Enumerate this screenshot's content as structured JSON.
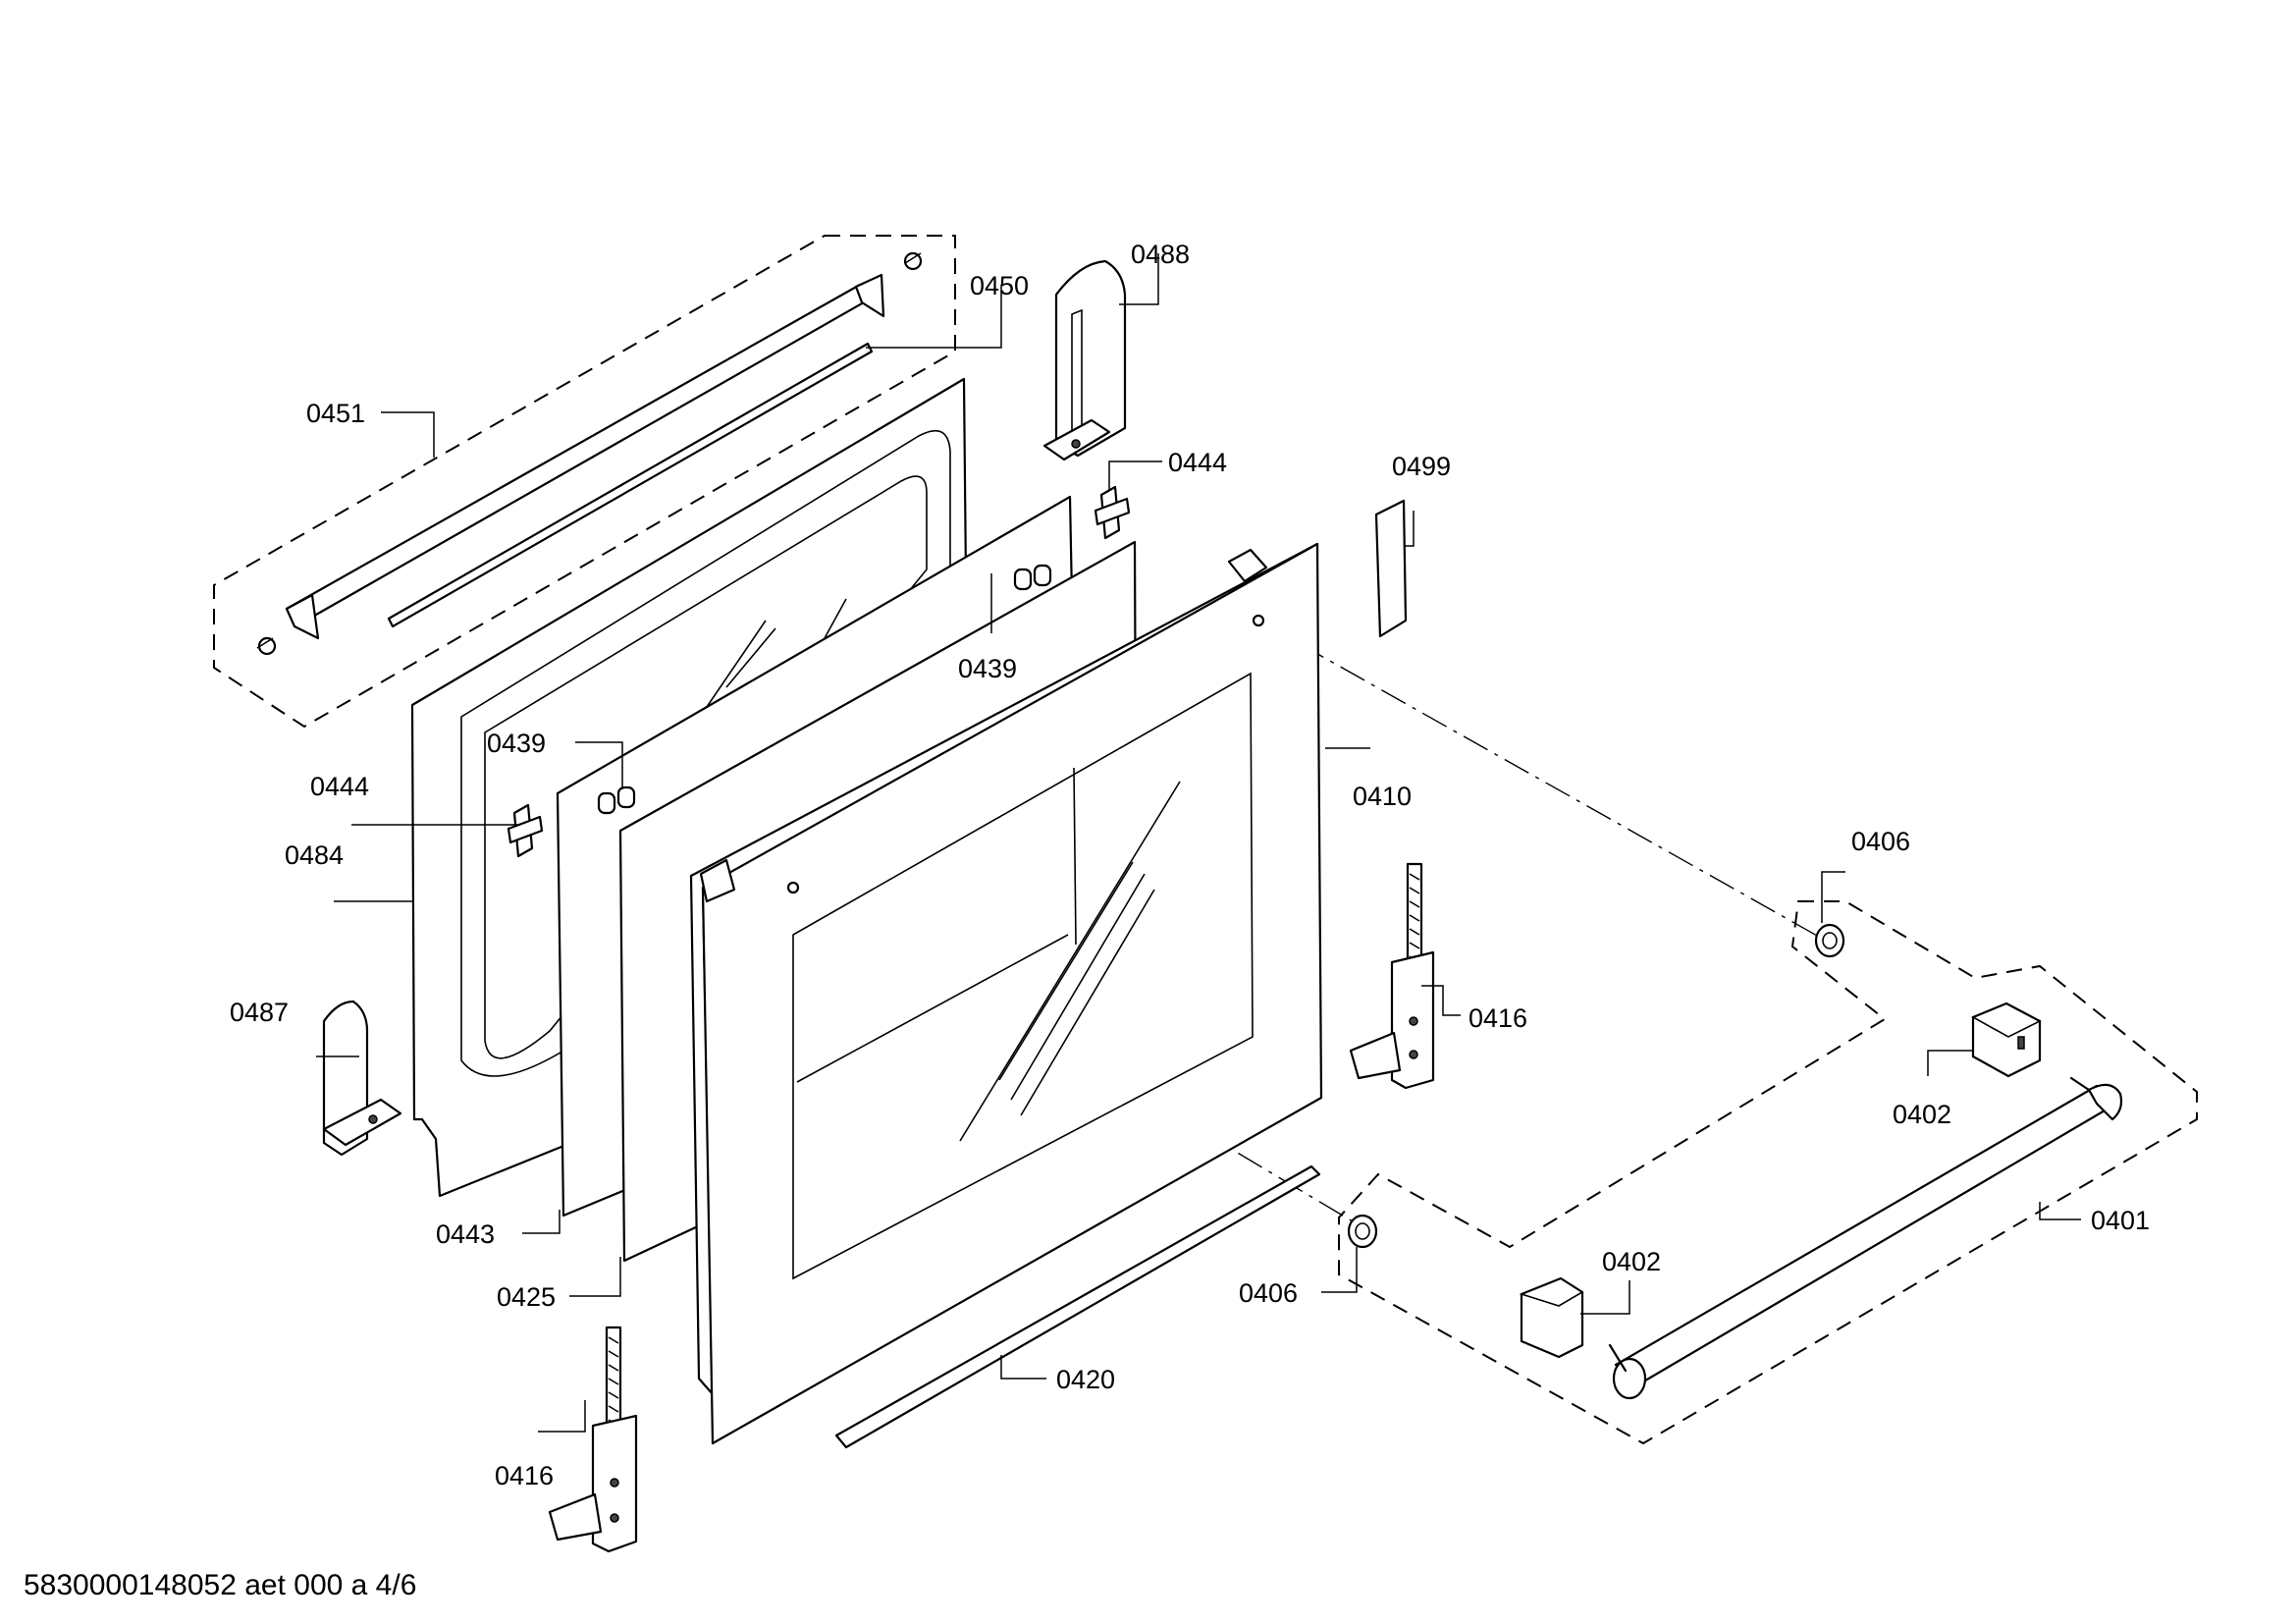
{
  "diagram": {
    "labels": {
      "p0451": "0451",
      "p0450": "0450",
      "p0488": "0488",
      "p0444_top": "0444",
      "p0499": "0499",
      "p0439_top": "0439",
      "p0439_left": "0439",
      "p0444_left": "0444",
      "p0410": "0410",
      "p0484": "0484",
      "p0406_right": "0406",
      "p0487": "0487",
      "p0416_right": "0416",
      "p0402_top": "0402",
      "p0401": "0401",
      "p0443": "0443",
      "p0406_mid": "0406",
      "p0402_bottom": "0402",
      "p0425": "0425",
      "p0420": "0420",
      "p0416_bottom": "0416"
    },
    "footer": "5830000148052 aet 000 a 4/6"
  }
}
